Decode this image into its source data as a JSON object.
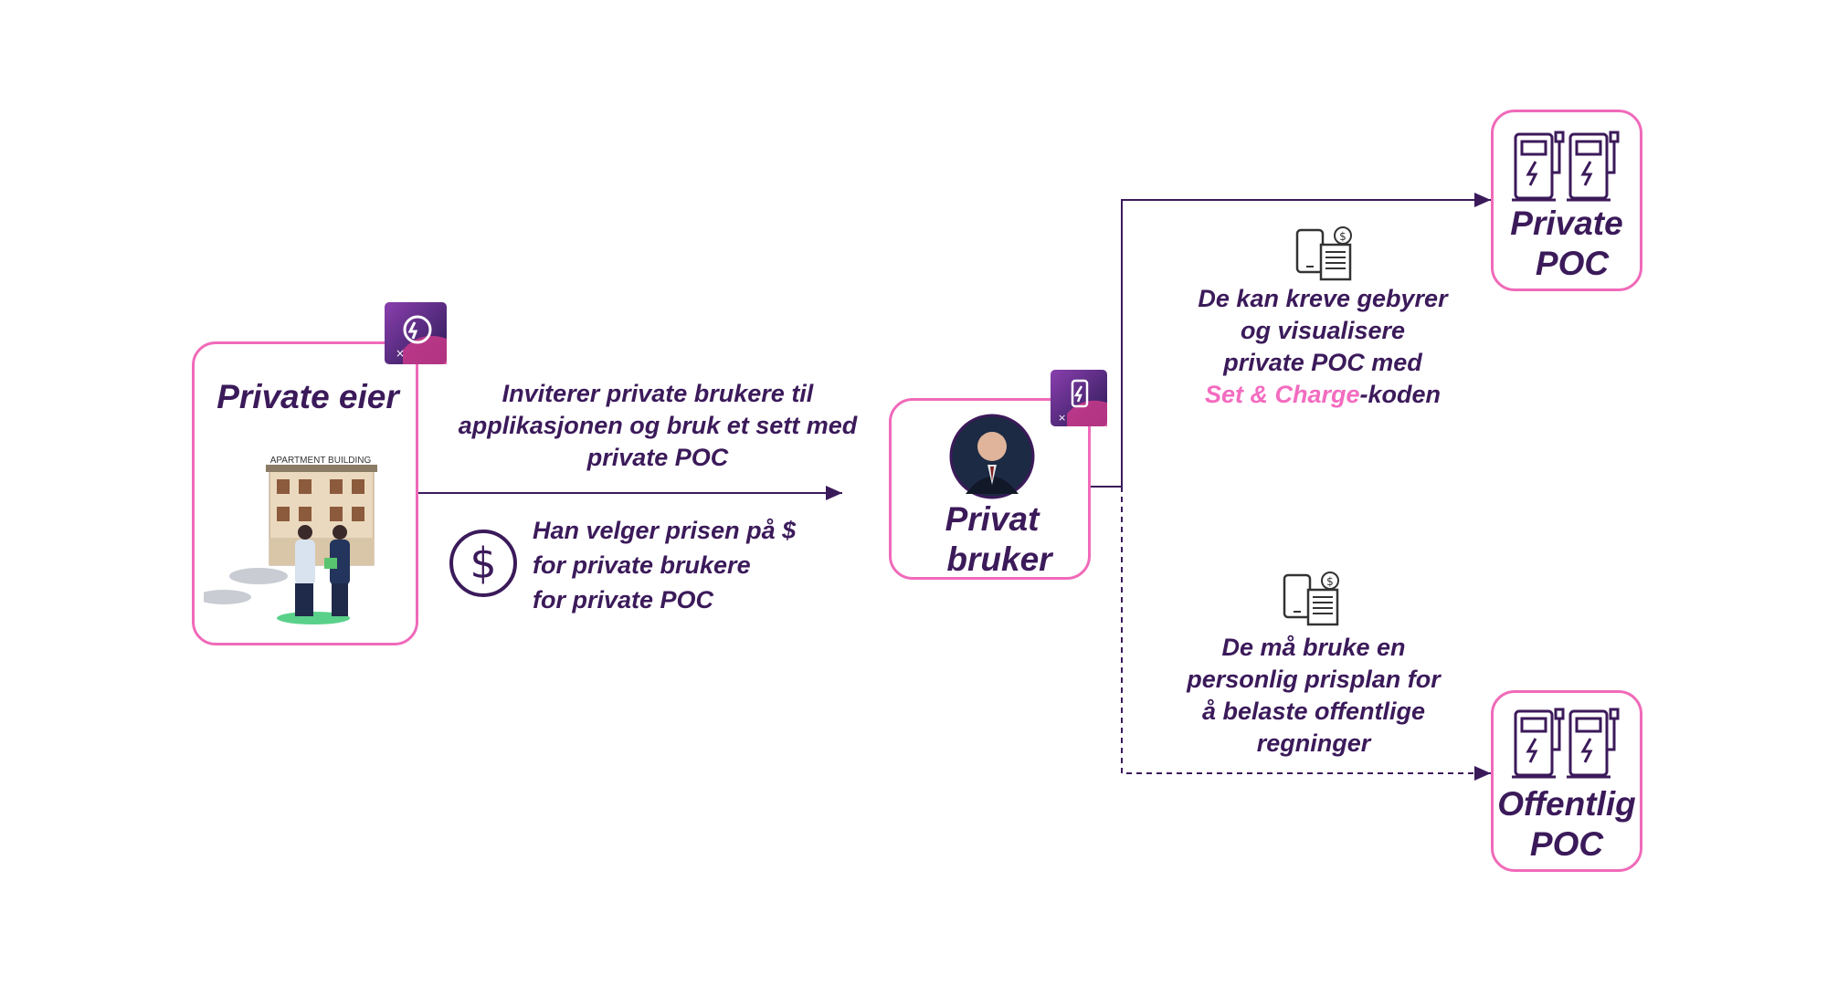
{
  "owner_box": {
    "title": "Private eier",
    "building_sign": "APARTMENT BUILDING"
  },
  "invite_text": "Inviterer private brukere til applikasjonen og bruk et sett med private POC",
  "price_text": {
    "line1": "Han velger prisen på $",
    "line2": "for private brukere",
    "line3": "for private POC"
  },
  "user_box": {
    "title_line1": "Privat",
    "title_line2": "bruker"
  },
  "fees_text": {
    "line1": "De kan kreve gebyrer",
    "line2": "og visualisere",
    "line3": "private POC med",
    "highlight": "Set & Charge",
    "suffix": "-koden"
  },
  "plan_text": {
    "line1": "De må bruke en",
    "line2": "personlig prisplan for",
    "line3": "å belaste offentlige",
    "line4": "regninger"
  },
  "private_poc": {
    "line1": "Private",
    "line2": "POC"
  },
  "public_poc": {
    "line1": "Offentlig",
    "line2": "POC"
  },
  "colors": {
    "primary": "#3b1a5a",
    "accent_pink": "#f06ab9",
    "highlight_pink": "#f36cc0"
  },
  "icons": [
    "charging-app-badge",
    "dollar-circle-icon",
    "user-avatar",
    "phone-receipt-icon",
    "charging-station-icon"
  ]
}
